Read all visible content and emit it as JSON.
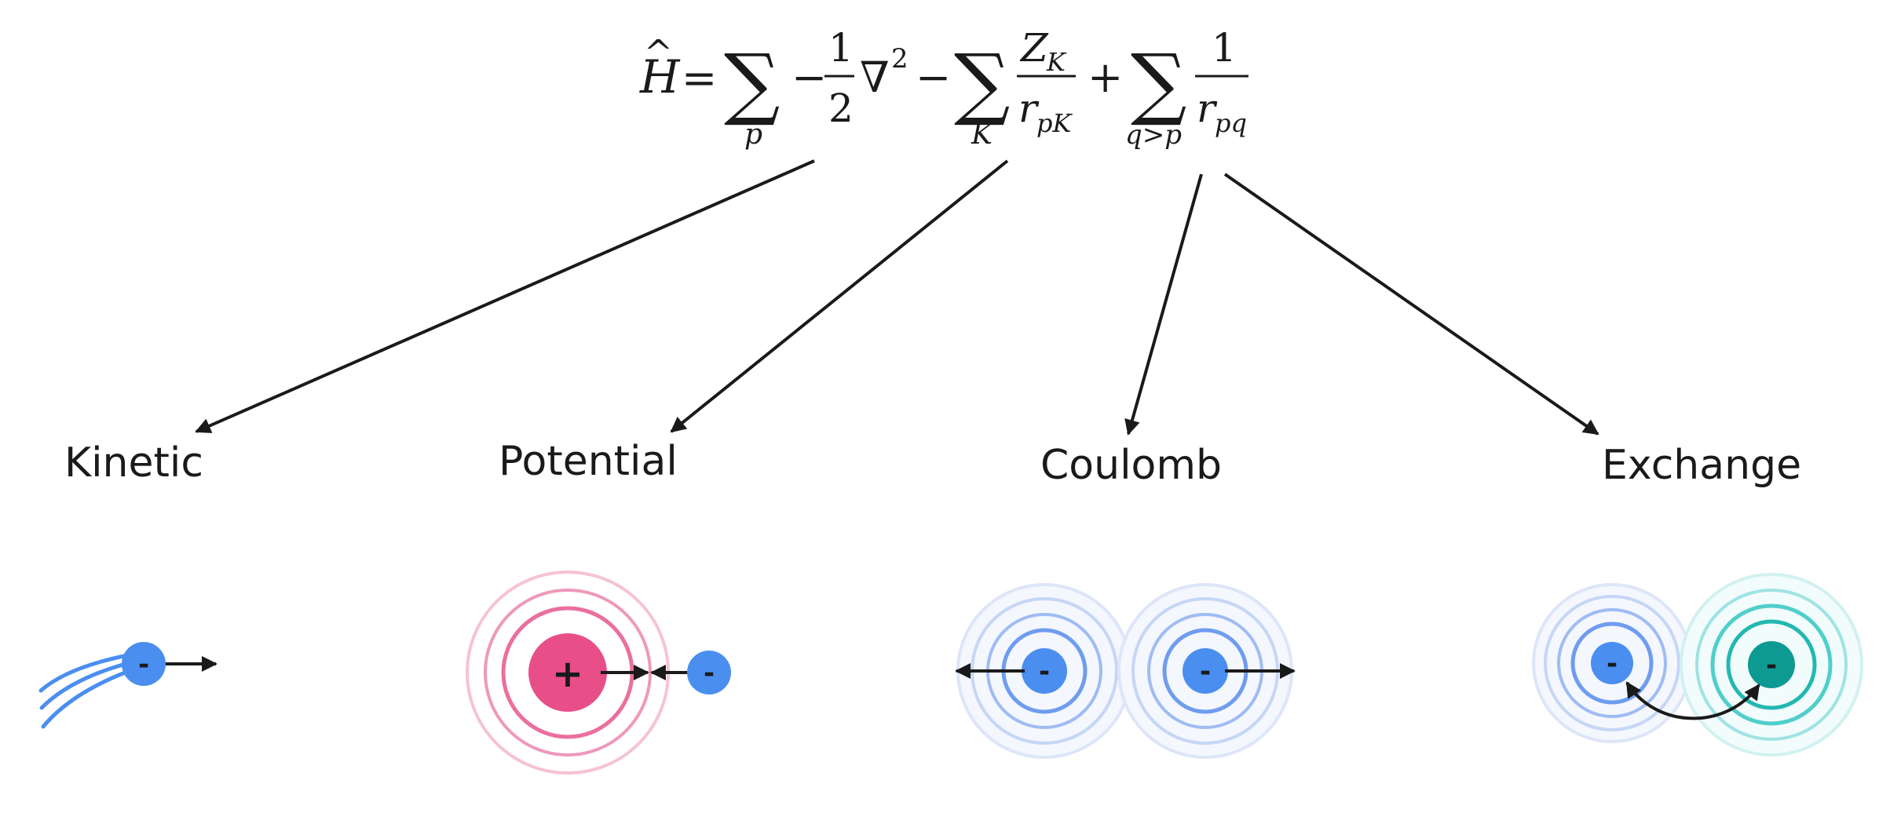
{
  "equation": {
    "lhs": "H",
    "lhs_hat": "^",
    "eq": "=",
    "sum_symbol": "∑",
    "minus": "−",
    "plus": "+",
    "sum1_index": "p",
    "half_num": "1",
    "half_den": "2",
    "nabla": "∇",
    "nabla_exp": "2",
    "sum2_index": "K",
    "frac2_num": "Z",
    "frac2_num_sub": "K",
    "frac2_den": "r",
    "frac2_den_sub": "pK",
    "sum3_index": "q>p",
    "frac3_num": "1",
    "frac3_den": "r",
    "frac3_den_sub": "pq"
  },
  "terms": [
    {
      "label": "Kinetic"
    },
    {
      "label": "Potential"
    },
    {
      "label": "Coulomb"
    },
    {
      "label": "Exchange"
    }
  ],
  "particles": {
    "electron_symbol": "-",
    "nucleus_symbol": "+"
  },
  "colors": {
    "electron": "#4a8ef0",
    "nucleus": "#e84f88",
    "exchange_electron": "#0d9a92",
    "ink": "#1a1a1a"
  }
}
